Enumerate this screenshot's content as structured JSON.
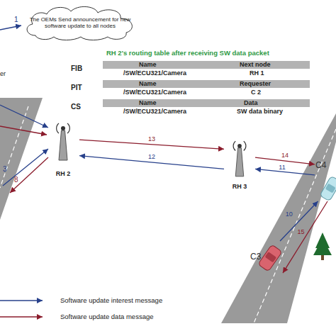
{
  "diagram": {
    "nodes": [
      {
        "text": [
          "The OEMs Send announcement for new software update to all nodes"
        ]
      },
      {
        "text": [
          "RH 2"
        ]
      },
      {
        "text": [
          "RH 3"
        ]
      },
      {
        "text": [
          "C4"
        ]
      },
      {
        "text": [
          "C3"
        ]
      }
    ],
    "edges": [
      {
        "from": 1,
        "to": 2,
        "arrow": "to",
        "label": "13"
      },
      {
        "from": 2,
        "to": 1,
        "arrow": "to",
        "label": "12"
      },
      {
        "from": 2,
        "to": 3,
        "arrow": "to",
        "label": "14"
      },
      {
        "from": 3,
        "to": 2,
        "arrow": "to",
        "label": "11"
      },
      {
        "from": 4,
        "to": 3,
        "arrow": "to",
        "label": "10"
      },
      {
        "from": 3,
        "to": 4,
        "arrow": "to",
        "label": "15"
      }
    ],
    "labels": [
      "1",
      "er",
      "RH 2's routing table after receiving SW data packet",
      "FIB",
      "Name",
      "Next node",
      "/SW/ECU321/Camera",
      "RH 1",
      "PIT",
      "Name",
      "Requester",
      "/SW/ECU321/Camera",
      "C 2",
      "CS",
      "Name",
      "Data",
      "/SW/ECU321/Camera",
      "SW data binary",
      "3",
      "8"
    ],
    "legend": [
      {
        "text": "Software update interest message"
      },
      {
        "text": "Software update data message"
      }
    ]
  }
}
